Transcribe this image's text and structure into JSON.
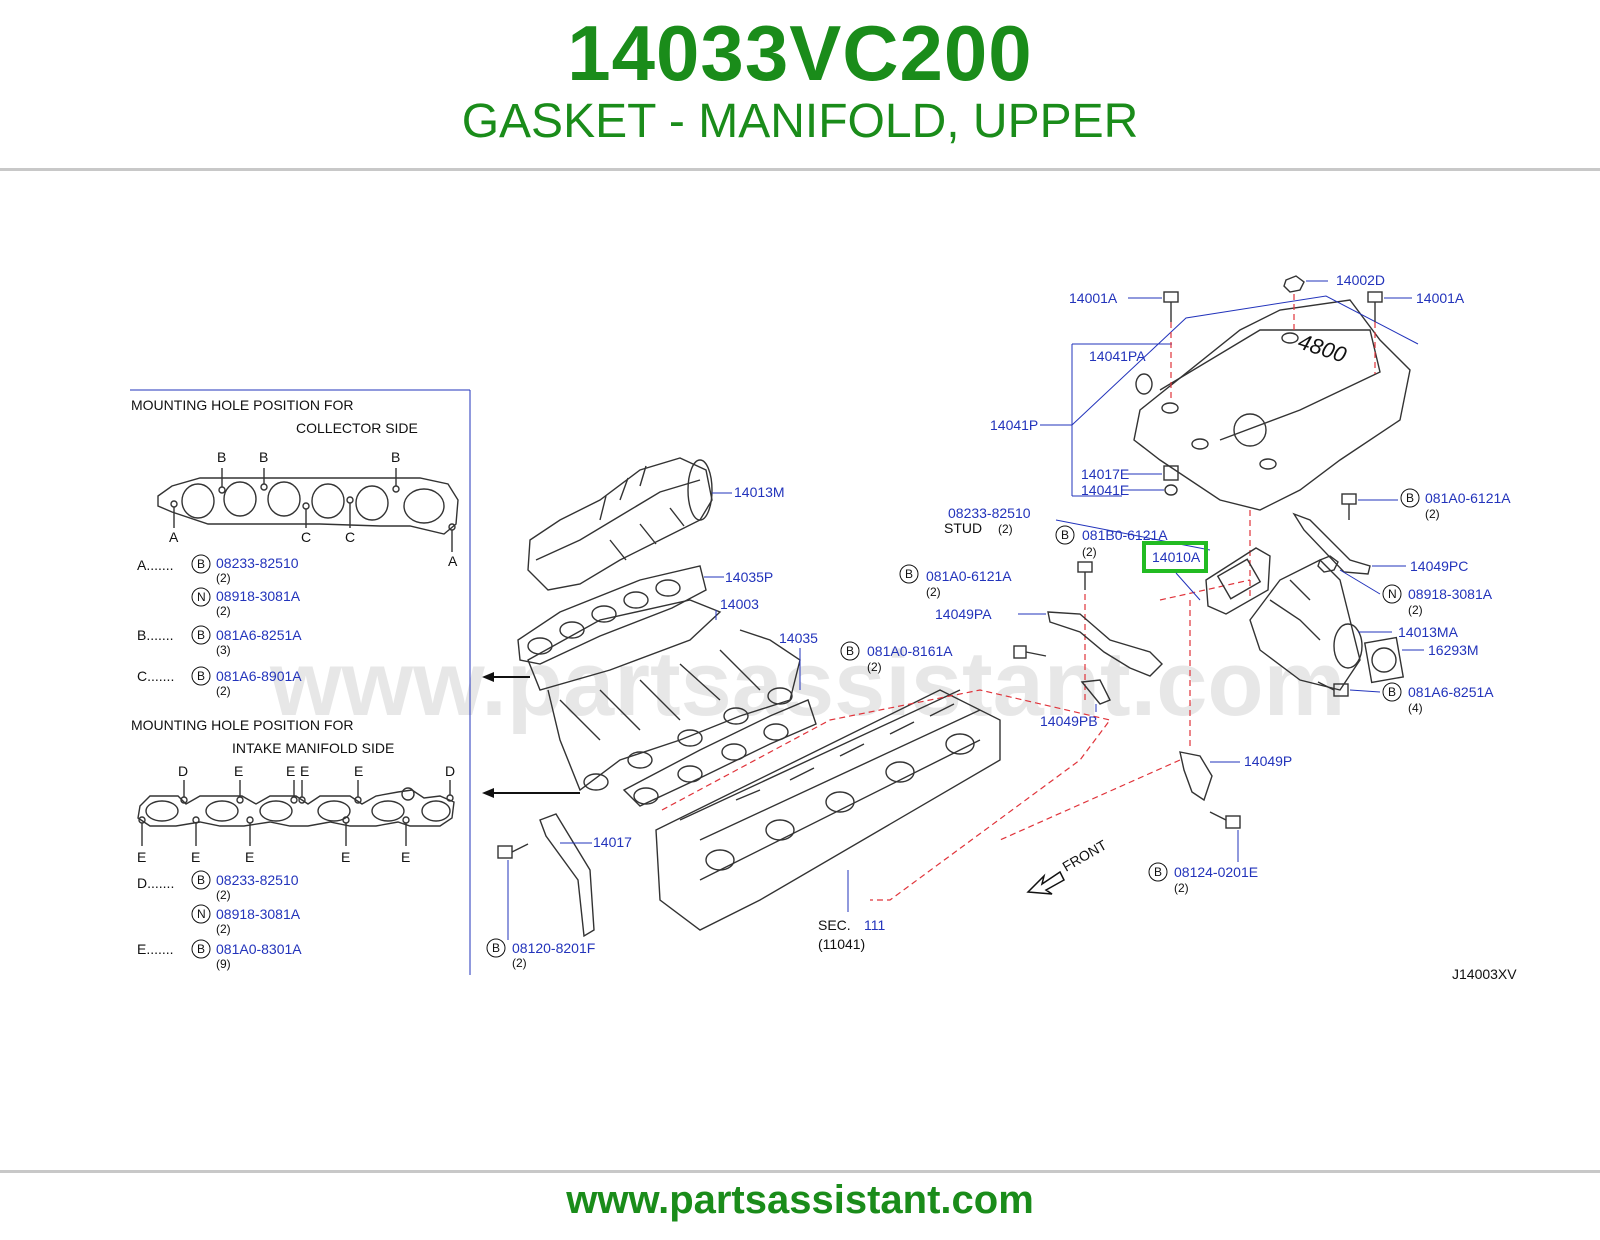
{
  "header": {
    "part_number": "14033VC200",
    "part_name": "GASKET - MANIFOLD, UPPER"
  },
  "footer": {
    "url": "www.partsassistant.com"
  },
  "watermark": "www.partsassistant.com",
  "diagram_code": "J14003XV",
  "highlight_color": "#22bb22",
  "legend": {
    "collector_title_1": "MOUNTING   HOLE   POSITION   FOR",
    "collector_title_2": "COLLECTOR   SIDE",
    "collector_letters": [
      "B",
      "B",
      "B",
      "A",
      "C",
      "C",
      "A"
    ],
    "intake_title_1": "MOUNTING   HOLE   POSITION   FOR",
    "intake_title_2": "INTAKE   MANIFOLD   SIDE",
    "intake_letters_top": [
      "D",
      "E",
      "E",
      "E",
      "E",
      "D"
    ],
    "intake_letters_bottom": [
      "E",
      "E",
      "E",
      "E",
      "E"
    ],
    "rows": [
      {
        "prefix": "A.......",
        "items": [
          {
            "badge": "B",
            "pn": "08233-82510",
            "qty": "(2)"
          },
          {
            "badge": "N",
            "pn": "08918-3081A",
            "qty": "(2)"
          }
        ]
      },
      {
        "prefix": "B.......",
        "items": [
          {
            "badge": "B",
            "pn": "081A6-8251A",
            "qty": "(3)"
          }
        ]
      },
      {
        "prefix": "C.......",
        "items": [
          {
            "badge": "B",
            "pn": "081A6-8901A",
            "qty": "(2)"
          }
        ]
      },
      {
        "prefix": "D.......",
        "items": [
          {
            "badge": "B",
            "pn": "08233-82510",
            "qty": "(2)"
          },
          {
            "badge": "N",
            "pn": "08918-3081A",
            "qty": "(2)"
          }
        ]
      },
      {
        "prefix": "E.......",
        "items": [
          {
            "badge": "B",
            "pn": "081A0-8301A",
            "qty": "(9)"
          }
        ]
      }
    ]
  },
  "callouts": {
    "c14002D": "14002D",
    "c14001A_left": "14001A",
    "c14001A_right": "14001A",
    "c14041PA": "14041PA",
    "c14041P": "14041P",
    "c14017E": "14017E",
    "c14041E": "14041E",
    "c081A0_6121A_right": {
      "badge": "B",
      "pn": "081A0-6121A",
      "qty": "(2)"
    },
    "c08233_82510": {
      "pn": "08233-82510",
      "label": "STUD",
      "qty": "(2)"
    },
    "c081B0_6121A": {
      "badge": "B",
      "pn": "081B0-6121A",
      "qty": "(2)"
    },
    "c14010A": "14010A",
    "c14049PC": "14049PC",
    "c081A0_6121A_mid": {
      "badge": "B",
      "pn": "081A0-6121A",
      "qty": "(2)"
    },
    "c08918_3081A": {
      "badge": "N",
      "pn": "08918-3081A",
      "qty": "(2)"
    },
    "c14049PA": "14049PA",
    "c14013MA": "14013MA",
    "c081A0_8161A": {
      "badge": "B",
      "pn": "081A0-8161A",
      "qty": "(2)"
    },
    "c16293M": "16293M",
    "c081A6_8251A": {
      "badge": "B",
      "pn": "081A6-8251A",
      "qty": "(4)"
    },
    "c14013M": "14013M",
    "c14035P": "14035P",
    "c14003": "14003",
    "c14035": "14035",
    "c14049PB": "14049PB",
    "c14049P": "14049P",
    "c14017": "14017",
    "c08124_0201E": {
      "badge": "B",
      "pn": "08124-0201E",
      "qty": "(2)"
    },
    "c08120_8201F": {
      "badge": "B",
      "pn": "08120-8201F",
      "qty": "(2)"
    },
    "sec_label": "SEC.",
    "sec_num": "111",
    "sec_sub": "(11041)",
    "front": "FRONT",
    "cover_text": "4800"
  }
}
